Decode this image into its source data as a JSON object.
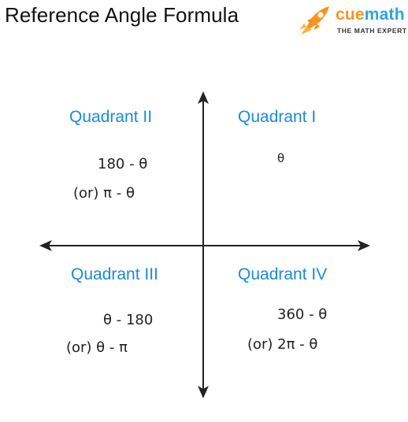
{
  "header": {
    "title": "Reference Angle Formula"
  },
  "brand": {
    "name_cue": "cue",
    "name_math": "math",
    "tagline": "THE MATH EXPERT",
    "cue_color": "#f7941d",
    "math_color": "#2aa6e0",
    "rocket_color": "#f7941d",
    "flame_color": "#fbb040"
  },
  "colors": {
    "quadrant_label": "#1a8bd6",
    "axis": "#222222"
  },
  "quadrants": {
    "q1": {
      "label": "Quadrant I",
      "formula": "θ"
    },
    "q2": {
      "label": "Quadrant II",
      "formula": "180 - θ",
      "alt_formula": "(or)   π - θ"
    },
    "q3": {
      "label": "Quadrant III",
      "formula": "θ - 180",
      "alt_formula": "(or)  θ - π"
    },
    "q4": {
      "label": "Quadrant IV",
      "formula": "360 - θ",
      "alt_formula": "(or)  2π - θ"
    }
  }
}
